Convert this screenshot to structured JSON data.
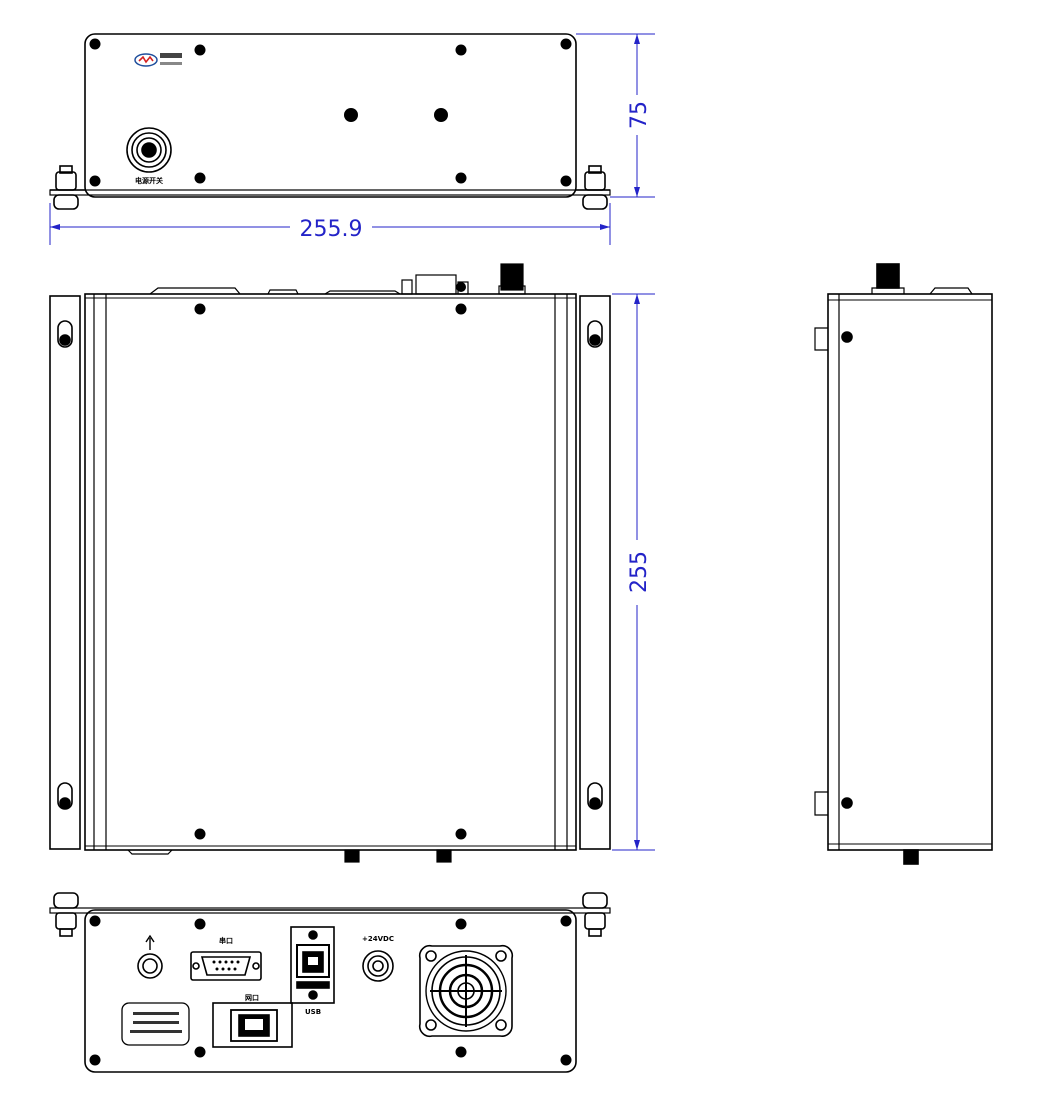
{
  "dimensions": {
    "width": "255.9",
    "height": "75",
    "depth": "255"
  },
  "front_panel": {
    "power_switch_label": "电源开关"
  },
  "rear_panel": {
    "serial_port_label": "串口",
    "power_input_label": "+24VDC",
    "network_port_label": "网口",
    "usb_label": "USB"
  },
  "colors": {
    "drawing_line": "#000000",
    "dimension": "#2323c8",
    "logo_red": "#d42020",
    "logo_blue": "#1f4e9c"
  }
}
